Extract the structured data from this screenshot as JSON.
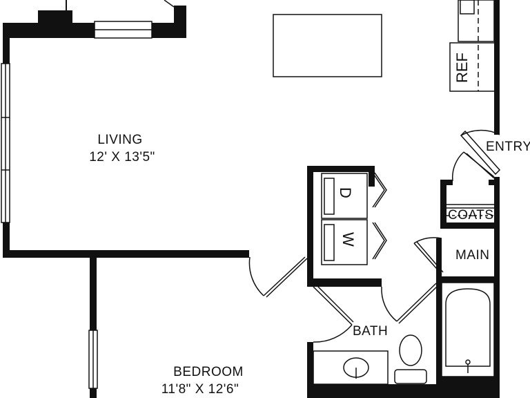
{
  "rooms": {
    "living": {
      "name": "LIVING",
      "dims": "12' X 13'5\""
    },
    "bedroom": {
      "name": "BEDROOM",
      "dims": "11'8\" X 12'6\""
    },
    "bath": {
      "name": "BATH"
    },
    "entry": {
      "name": "ENTRY"
    },
    "coats": {
      "name": "COATS"
    },
    "main": {
      "name": "MAIN"
    }
  },
  "appliances": {
    "refrigerator": "REF",
    "dryer": "D",
    "washer": "W"
  },
  "colors": {
    "wall": "#111111",
    "background": "#ffffff"
  }
}
